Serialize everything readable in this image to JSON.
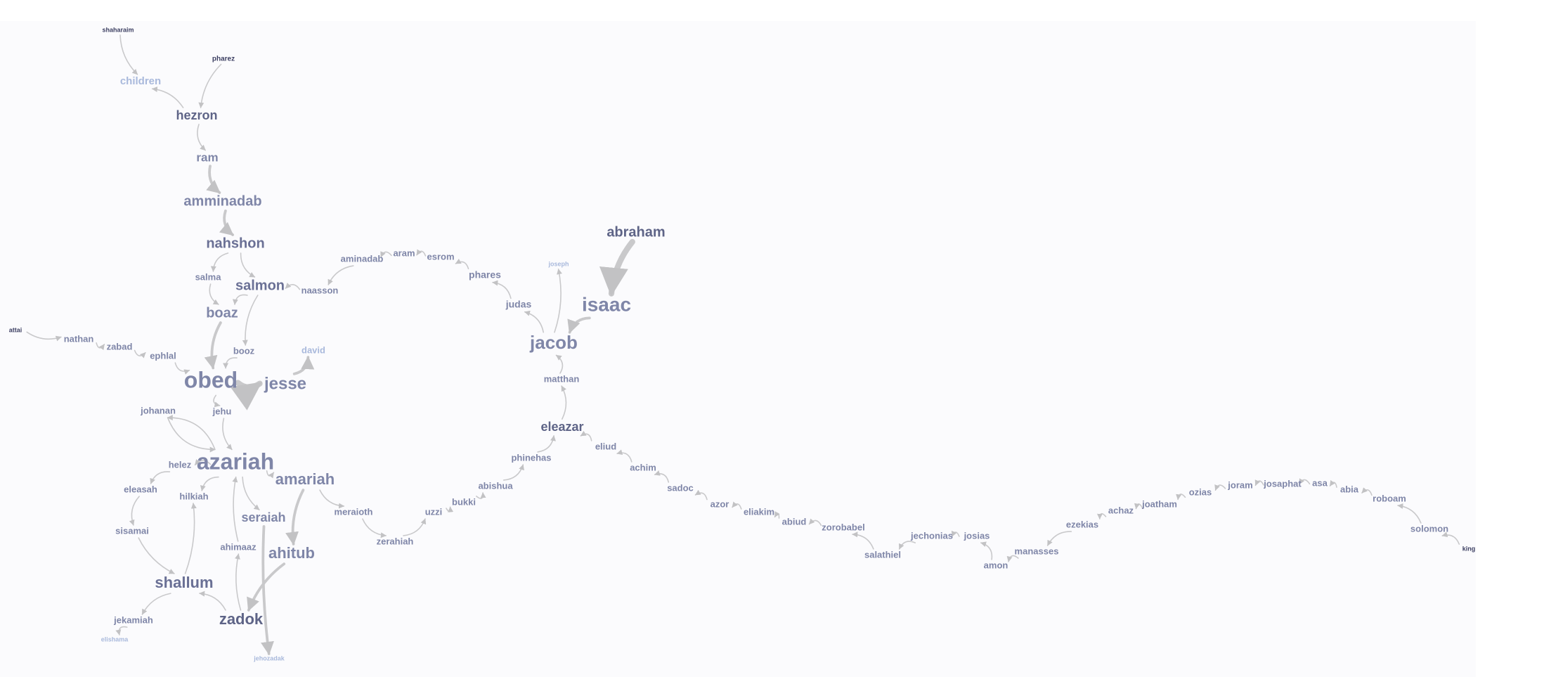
{
  "graph": {
    "nodes": [
      {
        "id": "shaharaim",
        "label": "shaharaim",
        "size": 9,
        "color": "#3c3f62"
      },
      {
        "id": "children",
        "label": "children",
        "size": 15,
        "color": "#a9b9dc"
      },
      {
        "id": "pharez",
        "label": "pharez",
        "size": 10,
        "color": "#3c3f62"
      },
      {
        "id": "hezron",
        "label": "hezron",
        "size": 18,
        "color": "#5e6487"
      },
      {
        "id": "ram",
        "label": "ram",
        "size": 17,
        "color": "#7f86a8"
      },
      {
        "id": "amminadab",
        "label": "amminadab",
        "size": 20,
        "color": "#7f86a8"
      },
      {
        "id": "nahshon",
        "label": "nahshon",
        "size": 20,
        "color": "#6a7095"
      },
      {
        "id": "salma",
        "label": "salma",
        "size": 13,
        "color": "#7f86a8"
      },
      {
        "id": "salmon",
        "label": "salmon",
        "size": 20,
        "color": "#6a7095"
      },
      {
        "id": "naasson",
        "label": "naasson",
        "size": 13,
        "color": "#7f86a8"
      },
      {
        "id": "aminadab",
        "label": "aminadab",
        "size": 13,
        "color": "#7f86a8"
      },
      {
        "id": "aram",
        "label": "aram",
        "size": 13,
        "color": "#7f86a8"
      },
      {
        "id": "esrom",
        "label": "esrom",
        "size": 13,
        "color": "#7f86a8"
      },
      {
        "id": "phares",
        "label": "phares",
        "size": 14,
        "color": "#7f86a8"
      },
      {
        "id": "judas",
        "label": "judas",
        "size": 14,
        "color": "#7f86a8"
      },
      {
        "id": "joseph",
        "label": "joseph",
        "size": 9,
        "color": "#a9b9dc"
      },
      {
        "id": "abraham",
        "label": "abraham",
        "size": 20,
        "color": "#5e6487"
      },
      {
        "id": "isaac",
        "label": "isaac",
        "size": 28,
        "color": "#7f86a8"
      },
      {
        "id": "jacob",
        "label": "jacob",
        "size": 26,
        "color": "#7f86a8"
      },
      {
        "id": "matthan",
        "label": "matthan",
        "size": 13,
        "color": "#7f86a8"
      },
      {
        "id": "eleazar",
        "label": "eleazar",
        "size": 18,
        "color": "#5e6487"
      },
      {
        "id": "boaz",
        "label": "boaz",
        "size": 20,
        "color": "#7f86a8"
      },
      {
        "id": "booz",
        "label": "booz",
        "size": 13,
        "color": "#7f86a8"
      },
      {
        "id": "david",
        "label": "david",
        "size": 13,
        "color": "#a9b9dc"
      },
      {
        "id": "attai",
        "label": "attai",
        "size": 9,
        "color": "#3c3f62"
      },
      {
        "id": "nathan",
        "label": "nathan",
        "size": 13,
        "color": "#7f86a8"
      },
      {
        "id": "zabad",
        "label": "zabad",
        "size": 13,
        "color": "#7f86a8"
      },
      {
        "id": "ephlal",
        "label": "ephlal",
        "size": 13,
        "color": "#7f86a8"
      },
      {
        "id": "obed",
        "label": "obed",
        "size": 32,
        "color": "#7f86a8"
      },
      {
        "id": "jesse",
        "label": "jesse",
        "size": 24,
        "color": "#7f86a8"
      },
      {
        "id": "johanan",
        "label": "johanan",
        "size": 13,
        "color": "#7f86a8"
      },
      {
        "id": "jehu",
        "label": "jehu",
        "size": 13,
        "color": "#7f86a8"
      },
      {
        "id": "azariah",
        "label": "azariah",
        "size": 32,
        "color": "#7f86a8"
      },
      {
        "id": "amariah",
        "label": "amariah",
        "size": 22,
        "color": "#7f86a8"
      },
      {
        "id": "helez",
        "label": "helez",
        "size": 13,
        "color": "#7f86a8"
      },
      {
        "id": "eleasah",
        "label": "eleasah",
        "size": 13,
        "color": "#7f86a8"
      },
      {
        "id": "hilkiah",
        "label": "hilkiah",
        "size": 13,
        "color": "#7f86a8"
      },
      {
        "id": "sisamai",
        "label": "sisamai",
        "size": 13,
        "color": "#7f86a8"
      },
      {
        "id": "shallum",
        "label": "shallum",
        "size": 22,
        "color": "#6a7095"
      },
      {
        "id": "jekamiah",
        "label": "jekamiah",
        "size": 13,
        "color": "#7f86a8"
      },
      {
        "id": "elishama",
        "label": "elishama",
        "size": 9,
        "color": "#a9b9dc"
      },
      {
        "id": "seraiah",
        "label": "seraiah",
        "size": 18,
        "color": "#7f86a8"
      },
      {
        "id": "ahimaaz",
        "label": "ahimaaz",
        "size": 13,
        "color": "#7f86a8"
      },
      {
        "id": "ahitub",
        "label": "ahitub",
        "size": 22,
        "color": "#7f86a8"
      },
      {
        "id": "zadok",
        "label": "zadok",
        "size": 22,
        "color": "#5e6487"
      },
      {
        "id": "jehozadak",
        "label": "jehozadak",
        "size": 9,
        "color": "#a9b9dc"
      },
      {
        "id": "meraioth",
        "label": "meraioth",
        "size": 13,
        "color": "#7f86a8"
      },
      {
        "id": "zerahiah",
        "label": "zerahiah",
        "size": 13,
        "color": "#7f86a8"
      },
      {
        "id": "uzzi",
        "label": "uzzi",
        "size": 13,
        "color": "#7f86a8"
      },
      {
        "id": "bukki",
        "label": "bukki",
        "size": 13,
        "color": "#7f86a8"
      },
      {
        "id": "abishua",
        "label": "abishua",
        "size": 13,
        "color": "#7f86a8"
      },
      {
        "id": "phinehas",
        "label": "phinehas",
        "size": 13,
        "color": "#7f86a8"
      },
      {
        "id": "eliud",
        "label": "eliud",
        "size": 13,
        "color": "#7f86a8"
      },
      {
        "id": "achim",
        "label": "achim",
        "size": 13,
        "color": "#7f86a8"
      },
      {
        "id": "sadoc",
        "label": "sadoc",
        "size": 13,
        "color": "#7f86a8"
      },
      {
        "id": "azor",
        "label": "azor",
        "size": 13,
        "color": "#7f86a8"
      },
      {
        "id": "eliakim",
        "label": "eliakim",
        "size": 13,
        "color": "#7f86a8"
      },
      {
        "id": "abiud",
        "label": "abiud",
        "size": 13,
        "color": "#7f86a8"
      },
      {
        "id": "zorobabel",
        "label": "zorobabel",
        "size": 13,
        "color": "#7f86a8"
      },
      {
        "id": "salathiel",
        "label": "salathiel",
        "size": 13,
        "color": "#7f86a8"
      },
      {
        "id": "jechonias",
        "label": "jechonias",
        "size": 13,
        "color": "#7f86a8"
      },
      {
        "id": "josias",
        "label": "josias",
        "size": 13,
        "color": "#7f86a8"
      },
      {
        "id": "amon",
        "label": "amon",
        "size": 13,
        "color": "#7f86a8"
      },
      {
        "id": "manasses",
        "label": "manasses",
        "size": 13,
        "color": "#7f86a8"
      },
      {
        "id": "ezekias",
        "label": "ezekias",
        "size": 13,
        "color": "#7f86a8"
      },
      {
        "id": "achaz",
        "label": "achaz",
        "size": 13,
        "color": "#7f86a8"
      },
      {
        "id": "joatham",
        "label": "joatham",
        "size": 13,
        "color": "#7f86a8"
      },
      {
        "id": "ozias",
        "label": "ozias",
        "size": 13,
        "color": "#7f86a8"
      },
      {
        "id": "joram",
        "label": "joram",
        "size": 13,
        "color": "#7f86a8"
      },
      {
        "id": "josaphat",
        "label": "josaphat",
        "size": 13,
        "color": "#7f86a8"
      },
      {
        "id": "asa",
        "label": "asa",
        "size": 13,
        "color": "#7f86a8"
      },
      {
        "id": "abia",
        "label": "abia",
        "size": 13,
        "color": "#7f86a8"
      },
      {
        "id": "roboam",
        "label": "roboam",
        "size": 13,
        "color": "#7f86a8"
      },
      {
        "id": "solomon",
        "label": "solomon",
        "size": 13,
        "color": "#7f86a8"
      },
      {
        "id": "king",
        "label": "king",
        "size": 9,
        "color": "#3c3f62"
      }
    ],
    "edges": [
      {
        "source": "shaharaim",
        "target": "children",
        "weight": 1
      },
      {
        "source": "hezron",
        "target": "children",
        "weight": 1
      },
      {
        "source": "pharez",
        "target": "hezron",
        "weight": 1
      },
      {
        "source": "hezron",
        "target": "ram",
        "weight": 1
      },
      {
        "source": "ram",
        "target": "amminadab",
        "weight": 2
      },
      {
        "source": "amminadab",
        "target": "nahshon",
        "weight": 2
      },
      {
        "source": "nahshon",
        "target": "salma",
        "weight": 1
      },
      {
        "source": "nahshon",
        "target": "salmon",
        "weight": 1
      },
      {
        "source": "salma",
        "target": "boaz",
        "weight": 1
      },
      {
        "source": "salmon",
        "target": "boaz",
        "weight": 1
      },
      {
        "source": "salmon",
        "target": "booz",
        "weight": 1
      },
      {
        "source": "naasson",
        "target": "salmon",
        "weight": 1
      },
      {
        "source": "aminadab",
        "target": "naasson",
        "weight": 1
      },
      {
        "source": "aram",
        "target": "aminadab",
        "weight": 1
      },
      {
        "source": "esrom",
        "target": "aram",
        "weight": 1
      },
      {
        "source": "phares",
        "target": "esrom",
        "weight": 1
      },
      {
        "source": "judas",
        "target": "phares",
        "weight": 1
      },
      {
        "source": "jacob",
        "target": "judas",
        "weight": 1
      },
      {
        "source": "jacob",
        "target": "joseph",
        "weight": 1
      },
      {
        "source": "abraham",
        "target": "isaac",
        "weight": 4
      },
      {
        "source": "isaac",
        "target": "jacob",
        "weight": 2
      },
      {
        "source": "matthan",
        "target": "jacob",
        "weight": 1
      },
      {
        "source": "eleazar",
        "target": "matthan",
        "weight": 1
      },
      {
        "source": "boaz",
        "target": "obed",
        "weight": 2
      },
      {
        "source": "booz",
        "target": "obed",
        "weight": 1
      },
      {
        "source": "obed",
        "target": "jesse",
        "weight": 4
      },
      {
        "source": "jesse",
        "target": "david",
        "weight": 2
      },
      {
        "source": "attai",
        "target": "nathan",
        "weight": 1
      },
      {
        "source": "nathan",
        "target": "zabad",
        "weight": 1
      },
      {
        "source": "zabad",
        "target": "ephlal",
        "weight": 1
      },
      {
        "source": "ephlal",
        "target": "obed",
        "weight": 1
      },
      {
        "source": "obed",
        "target": "jehu",
        "weight": 1
      },
      {
        "source": "jehu",
        "target": "azariah",
        "weight": 1
      },
      {
        "source": "johanan",
        "target": "azariah",
        "weight": 1
      },
      {
        "source": "azariah",
        "target": "johanan",
        "weight": 1
      },
      {
        "source": "azariah",
        "target": "helez",
        "weight": 1
      },
      {
        "source": "helez",
        "target": "eleasah",
        "weight": 1
      },
      {
        "source": "eleasah",
        "target": "sisamai",
        "weight": 1
      },
      {
        "source": "sisamai",
        "target": "shallum",
        "weight": 1
      },
      {
        "source": "azariah",
        "target": "hilkiah",
        "weight": 1
      },
      {
        "source": "shallum",
        "target": "hilkiah",
        "weight": 1
      },
      {
        "source": "shallum",
        "target": "jekamiah",
        "weight": 1
      },
      {
        "source": "jekamiah",
        "target": "elishama",
        "weight": 1
      },
      {
        "source": "zadok",
        "target": "shallum",
        "weight": 1
      },
      {
        "source": "azariah",
        "target": "amariah",
        "weight": 1
      },
      {
        "source": "amariah",
        "target": "ahitub",
        "weight": 2
      },
      {
        "source": "ahitub",
        "target": "zadok",
        "weight": 2
      },
      {
        "source": "zadok",
        "target": "ahimaaz",
        "weight": 1
      },
      {
        "source": "ahimaaz",
        "target": "azariah",
        "weight": 1
      },
      {
        "source": "azariah",
        "target": "seraiah",
        "weight": 1
      },
      {
        "source": "seraiah",
        "target": "jehozadak",
        "weight": 2
      },
      {
        "source": "amariah",
        "target": "meraioth",
        "weight": 1
      },
      {
        "source": "meraioth",
        "target": "zerahiah",
        "weight": 1
      },
      {
        "source": "zerahiah",
        "target": "uzzi",
        "weight": 1
      },
      {
        "source": "uzzi",
        "target": "bukki",
        "weight": 1
      },
      {
        "source": "bukki",
        "target": "abishua",
        "weight": 1
      },
      {
        "source": "abishua",
        "target": "phinehas",
        "weight": 1
      },
      {
        "source": "phinehas",
        "target": "eleazar",
        "weight": 1
      },
      {
        "source": "eliud",
        "target": "eleazar",
        "weight": 1
      },
      {
        "source": "achim",
        "target": "eliud",
        "weight": 1
      },
      {
        "source": "sadoc",
        "target": "achim",
        "weight": 1
      },
      {
        "source": "azor",
        "target": "sadoc",
        "weight": 1
      },
      {
        "source": "eliakim",
        "target": "azor",
        "weight": 1
      },
      {
        "source": "abiud",
        "target": "eliakim",
        "weight": 1
      },
      {
        "source": "zorobabel",
        "target": "abiud",
        "weight": 1
      },
      {
        "source": "salathiel",
        "target": "zorobabel",
        "weight": 1
      },
      {
        "source": "jechonias",
        "target": "salathiel",
        "weight": 1
      },
      {
        "source": "josias",
        "target": "jechonias",
        "weight": 1
      },
      {
        "source": "amon",
        "target": "josias",
        "weight": 1
      },
      {
        "source": "manasses",
        "target": "amon",
        "weight": 1
      },
      {
        "source": "ezekias",
        "target": "manasses",
        "weight": 1
      },
      {
        "source": "achaz",
        "target": "ezekias",
        "weight": 1
      },
      {
        "source": "joatham",
        "target": "achaz",
        "weight": 1
      },
      {
        "source": "ozias",
        "target": "joatham",
        "weight": 1
      },
      {
        "source": "joram",
        "target": "ozias",
        "weight": 1
      },
      {
        "source": "josaphat",
        "target": "joram",
        "weight": 1
      },
      {
        "source": "asa",
        "target": "josaphat",
        "weight": 1
      },
      {
        "source": "abia",
        "target": "asa",
        "weight": 1
      },
      {
        "source": "roboam",
        "target": "abia",
        "weight": 1
      },
      {
        "source": "solomon",
        "target": "roboam",
        "weight": 1
      },
      {
        "source": "king",
        "target": "solomon",
        "weight": 1
      }
    ]
  }
}
